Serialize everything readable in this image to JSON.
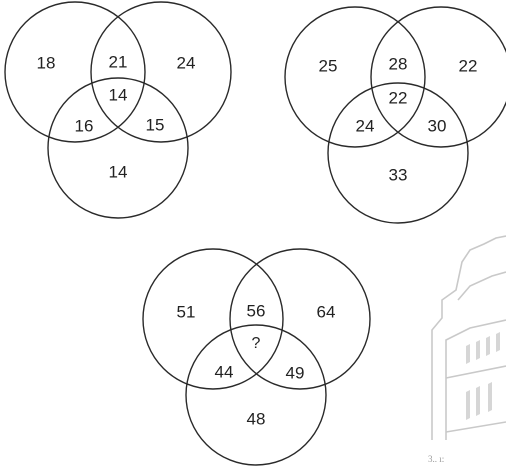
{
  "puzzle": {
    "diagrams": [
      {
        "regions": {
          "a_only": "18",
          "b_only": "24",
          "c_only": "14",
          "ab": "21",
          "ac": "16",
          "bc": "15",
          "abc": "14"
        }
      },
      {
        "regions": {
          "a_only": "25",
          "b_only": "22",
          "c_only": "33",
          "ab": "28",
          "ac": "24",
          "bc": "30",
          "abc": "22"
        }
      },
      {
        "regions": {
          "a_only": "51",
          "b_only": "64",
          "c_only": "48",
          "ab": "56",
          "ac": "44",
          "bc": "49",
          "abc": "?"
        }
      }
    ]
  },
  "watermark": {
    "kind": "building-sketch",
    "caption": "3.. ı:"
  }
}
